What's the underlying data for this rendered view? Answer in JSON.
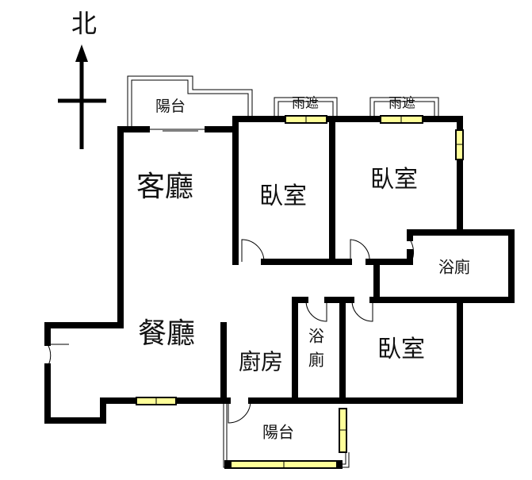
{
  "compass": {
    "north": "北"
  },
  "rooms": {
    "balcony_top": "陽台",
    "living_room": "客廳",
    "bedroom_1": "臥室",
    "bedroom_2": "臥室",
    "bathroom_1": "浴廁",
    "dining_room": "餐廳",
    "kitchen": "廚房",
    "bathroom_2_line1": "浴",
    "bathroom_2_line2": "廁",
    "bedroom_3": "臥室",
    "balcony_bottom": "陽台",
    "rain_shelter_1": "雨遮",
    "rain_shelter_2": "雨遮"
  },
  "colors": {
    "wall": "#000000",
    "window": "#ffff99"
  }
}
